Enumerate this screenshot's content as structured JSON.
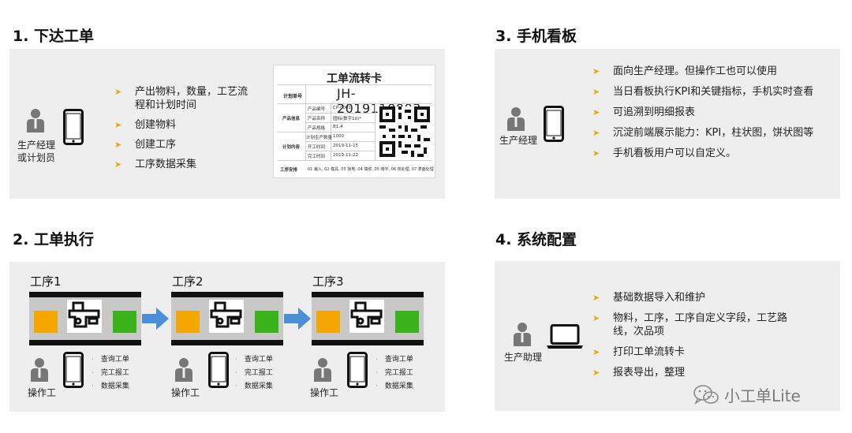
{
  "sections": {
    "s1": {
      "title": "1. 下达工单",
      "role_line1": "生产经理",
      "role_line2": "或计划员",
      "bullets": [
        "产出物料，数量，工艺流程和计划时间",
        "创建物料",
        "创建工序",
        "工序数据采集"
      ],
      "card": {
        "title": "工单流转卡",
        "plan_label": "计划单号",
        "plan_no": "JH-2019110003",
        "product_info_label": "产品信息",
        "product_code_label": "产品编号",
        "product_code": "CP-0001",
        "product_name_label": "产品名称",
        "product_name": "固标(数字10)*",
        "product_spec_label": "产品规格",
        "product_spec": "B1.4",
        "plan_content_label": "计划内容",
        "plan_qty_label": "计划生产数量",
        "plan_qty": "1000",
        "start_time_label": "开工时间",
        "start_time": "2019-11-15",
        "end_time_label": "完工时间",
        "end_time": "2019-11-22",
        "process_label": "工序安排",
        "process_text": "01 裁入, 02 模具, 03 抛电, 04 填浆, 05 烤字, 06 热处理, 07 表面处理"
      }
    },
    "s2": {
      "title": "2. 工单执行",
      "steps": [
        "工序1",
        "工序2",
        "工序3"
      ],
      "role": "操作工",
      "menu": [
        "查询工单",
        "完工报工",
        "数据采集"
      ]
    },
    "s3": {
      "title": "3. 手机看板",
      "role": "生产经理",
      "bullets": [
        "面向生产经理。但操作工也可以使用",
        "当日看板执行KPI和关键指标，手机实时查看",
        "可追溯到明细报表",
        "沉淀前端展示能力：KPI，柱状图，饼状图等",
        "手机看板用户可以自定义。"
      ]
    },
    "s4": {
      "title": "4. 系统配置",
      "role": "生产助理",
      "bullets": [
        "基础数据导入和维护",
        "物料，工序，工序自定义字段，工艺路线，次品项",
        "打印工单流转卡",
        "报表导出，整理"
      ]
    }
  },
  "watermark": "小工单Lite",
  "colors": {
    "panel": "#eeeeee",
    "bullet_arrow": "#f0a500",
    "belt_orange": "#f4a700",
    "belt_green": "#3ab31a",
    "flow_arrow": "#4a8fd8"
  },
  "icons": {
    "person": "person-icon",
    "phone": "phone-icon",
    "laptop": "laptop-icon",
    "machine": "machine-icon",
    "qr": "qr-code-icon",
    "bullet": "arrow-bullet-icon",
    "flow": "flow-arrow-icon",
    "wechat": "wechat-icon"
  }
}
